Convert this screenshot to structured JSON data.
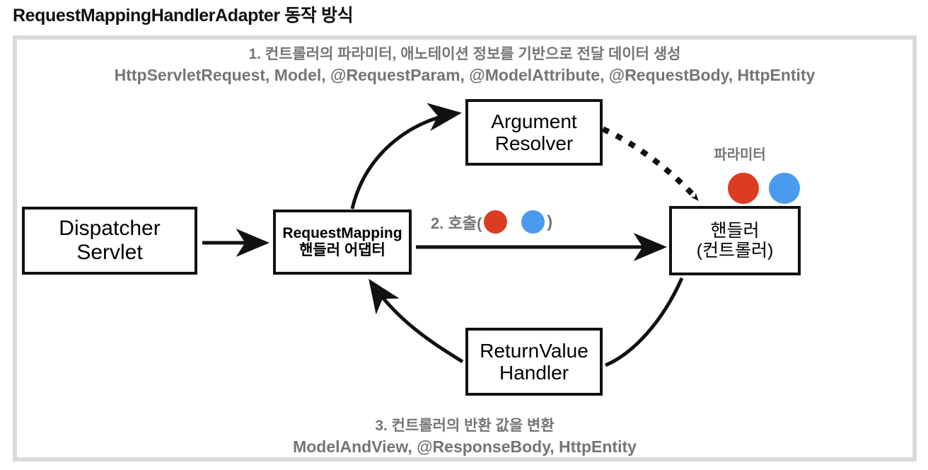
{
  "page": {
    "title": "RequestMappingHandlerAdapter 동작 방식"
  },
  "diagram": {
    "nodes": [
      {
        "id": "dispatcher",
        "line1": "Dispatcher",
        "line2": "Servlet"
      },
      {
        "id": "adapter",
        "line1": "RequestMapping",
        "line2": "핸들러 어댑터"
      },
      {
        "id": "argument",
        "line1": "Argument",
        "line2": "Resolver"
      },
      {
        "id": "handler",
        "line1": "핸들러",
        "line2": "(컨트롤러)"
      },
      {
        "id": "returnvalue",
        "line1": "ReturnValue",
        "line2": "Handler"
      }
    ],
    "annotations": {
      "top_step": "1. 컨트롤러의 파라미터, 애노테이션 정보를 기반으로 전달 데이터 생성",
      "top_types": "HttpServletRequest, Model, @RequestParam, @ModelAttribute, @RequestBody, HttpEntity",
      "bottom_step": "3. 컨트롤러의 반환 값을 변환",
      "bottom_types": "ModelAndView, @ResponseBody, HttpEntity",
      "parameter_label": "파라미터",
      "call_prefix": "2. 호출(",
      "call_suffix": ")"
    },
    "colors": {
      "red_dot": "#db3c22",
      "blue_dot": "#4a9bee",
      "annotation_text": "#757575",
      "node_border": "#111111",
      "frame_border": "#dadada"
    },
    "edges": [
      {
        "id": "dispatcher-to-adapter",
        "style": "solid",
        "arrow": true,
        "label": ""
      },
      {
        "id": "adapter-to-argument",
        "style": "curve",
        "arrow": true,
        "label": ""
      },
      {
        "id": "argument-to-handler",
        "style": "dotted",
        "arrow": true,
        "label": ""
      },
      {
        "id": "adapter-to-handler",
        "style": "solid",
        "arrow": true,
        "label": "2. 호출("
      },
      {
        "id": "handler-to-returnvalue",
        "style": "curve",
        "arrow": false,
        "label": ""
      },
      {
        "id": "returnvalue-to-adapter",
        "style": "curve",
        "arrow": true,
        "label": ""
      }
    ]
  }
}
